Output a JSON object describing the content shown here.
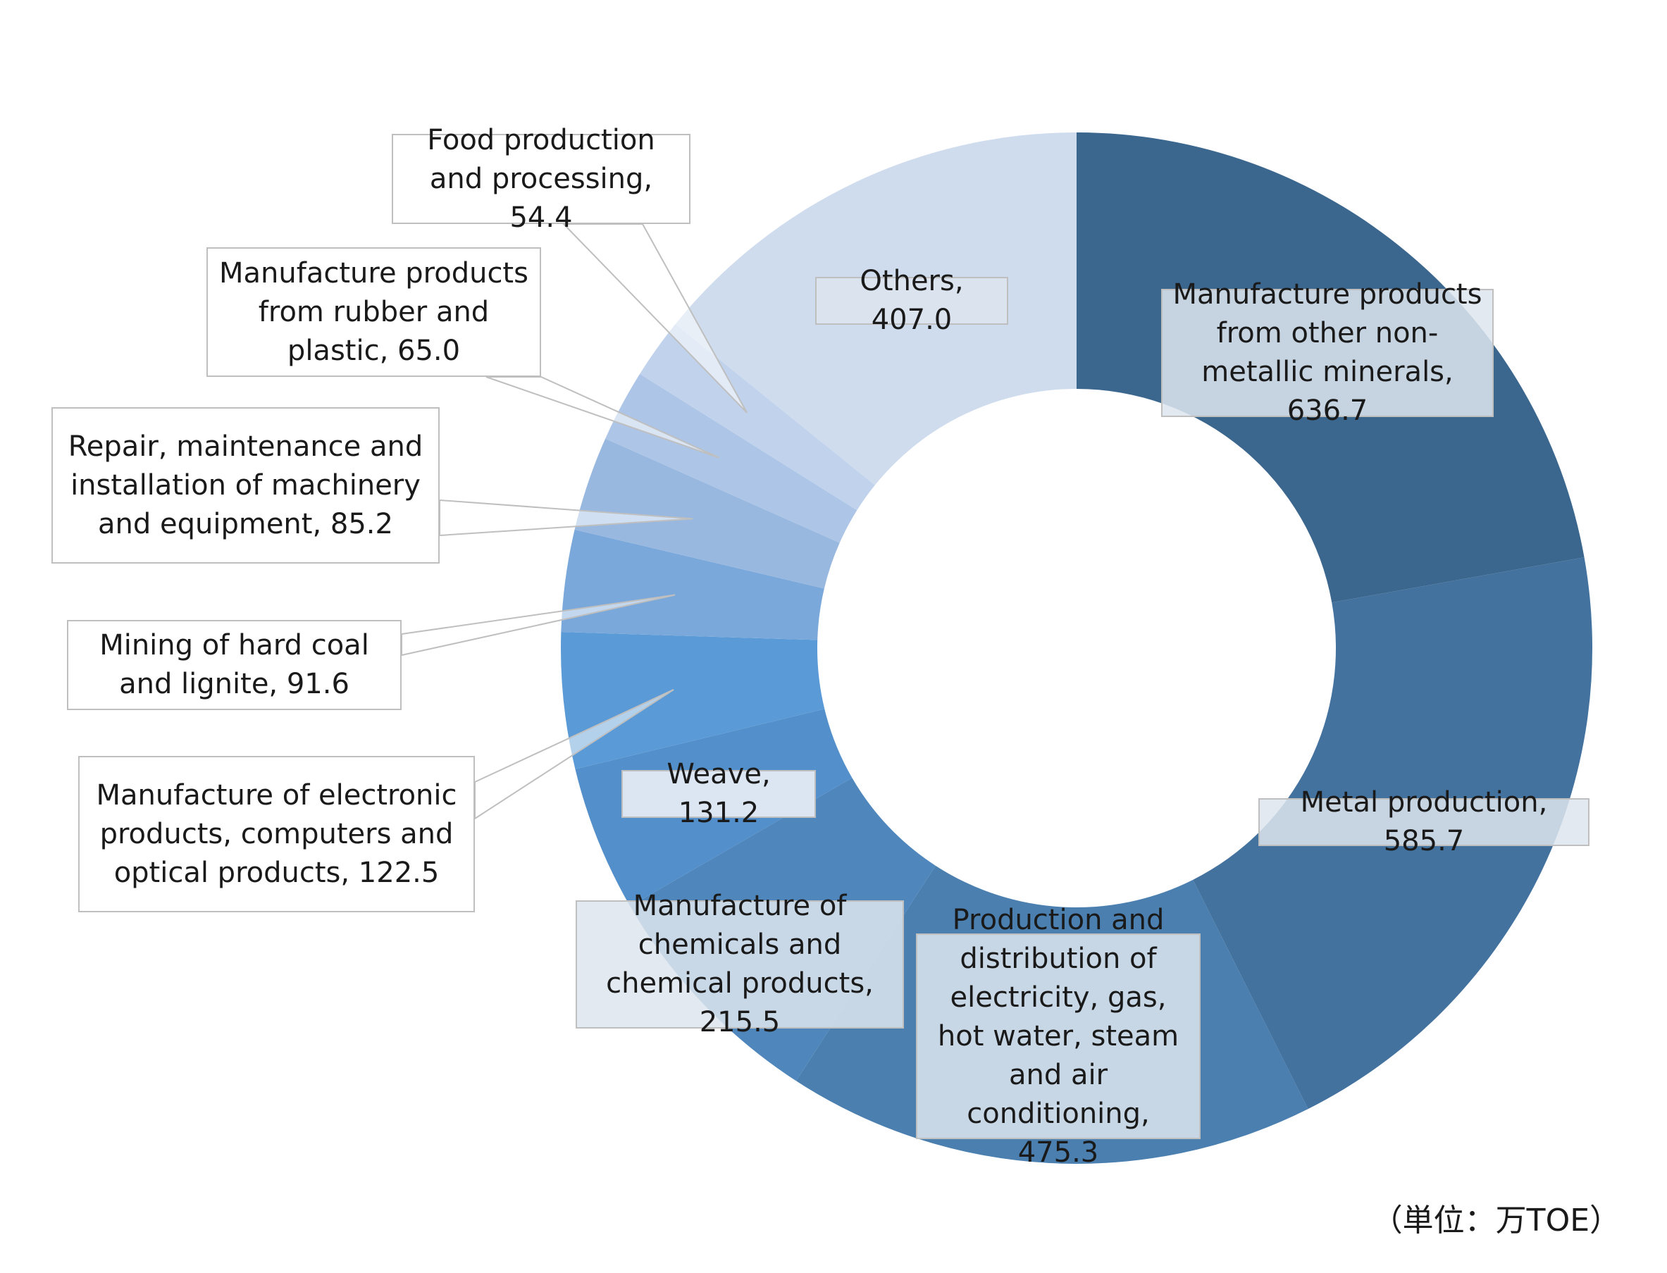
{
  "chart_data": {
    "type": "pie",
    "style": "donut",
    "unit_note": "（単位：万TOE）",
    "slices": [
      {
        "label": "Manufacture products from other non-metallic minerals, 636.7",
        "value": 636.7,
        "color": "#3b668e"
      },
      {
        "label": "Metal production, 585.7",
        "value": 585.7,
        "color": "#43729e"
      },
      {
        "label": "Production and distribution of electricity, gas, hot water, steam and air conditioning, 475.3",
        "value": 475.3,
        "color": "#4a7fb0"
      },
      {
        "label": "Manufacture of chemicals and chemical products, 215.5",
        "value": 215.5,
        "color": "#4f87bd"
      },
      {
        "label": "Weave, 131.2",
        "value": 131.2,
        "color": "#528fcb"
      },
      {
        "label": "Manufacture of electronic products, computers and optical products, 122.5",
        "value": 122.5,
        "color": "#5a9ad6"
      },
      {
        "label": "Mining of hard coal and lignite, 91.6",
        "value": 91.6,
        "color": "#7ba8da"
      },
      {
        "label": "Repair, maintenance and installation of machinery and equipment, 85.2",
        "value": 85.2,
        "color": "#98b8e0"
      },
      {
        "label": "Manufacture products from rubber and plastic, 65.0",
        "value": 65.0,
        "color": "#adc5e6"
      },
      {
        "label": "Food production and processing, 54.4",
        "value": 54.4,
        "color": "#c1d3ec"
      },
      {
        "label": "Others, 407.0",
        "value": 407.0,
        "color": "#cfdcee"
      }
    ]
  }
}
